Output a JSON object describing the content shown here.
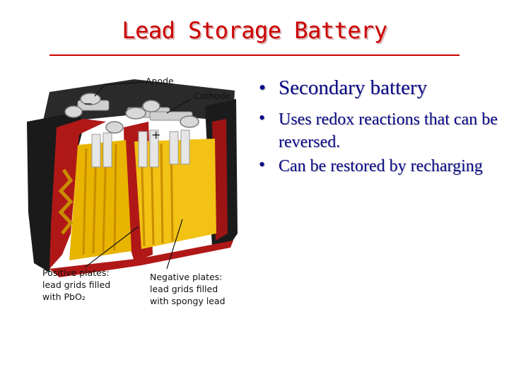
{
  "slide": {
    "title": "Lead Storage Battery",
    "bullets": [
      "Secondary battery",
      "Uses redox reactions that can be reversed.",
      "Can be restored by recharging"
    ]
  },
  "diagram": {
    "labels": {
      "anode": "Anode",
      "cathode": "Cathode",
      "minus_sign": "−",
      "plus_sign": "+",
      "positive_plates": [
        "Positive plates:",
        "lead grids filled",
        "with PbO₂"
      ],
      "negative_plates": [
        "Negative plates:",
        "lead grids filled",
        "with spongy lead"
      ]
    },
    "colors": {
      "casing": "#1a1a1a",
      "cutaway": "#b01818",
      "plates": "#e8b400",
      "terminals": "#c8c8c8"
    }
  }
}
